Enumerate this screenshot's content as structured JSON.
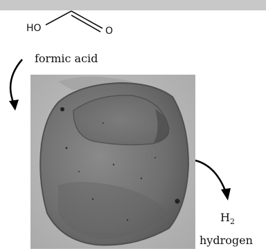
{
  "molecule": {
    "left_atom": "HO",
    "right_atom": "O"
  },
  "labels": {
    "reactant": "formic acid",
    "product_formula": "H",
    "product_subscript": "2",
    "product_name": "hydrogen"
  }
}
